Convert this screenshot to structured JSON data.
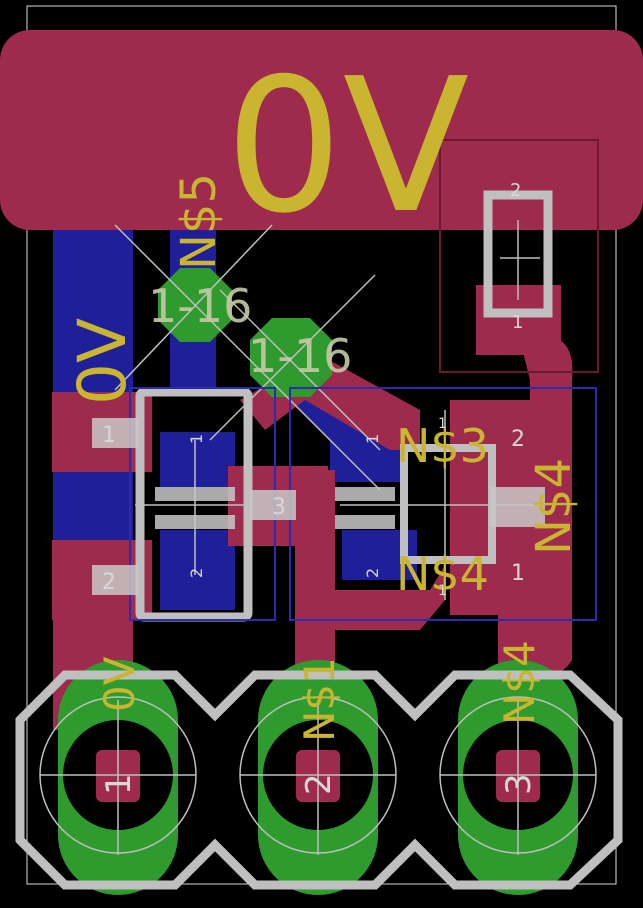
{
  "labels": {
    "gnd_big": "0V",
    "gnd_left": "0V",
    "ns5": "N$5",
    "via_a": "1-16",
    "via_b": "1-16",
    "ns3": "N$3",
    "ns4_mid": "N$4",
    "ns4_right": "N$4",
    "pad_j1": "0V",
    "pad_j2": "N$1",
    "pad_j3": "N$4"
  },
  "pin_numbers": {
    "q1_p1": "1",
    "q1_p2": "2",
    "q1_p3": "3",
    "q1_in1": "1",
    "q1_in2": "2",
    "q2_in1": "1",
    "q2_in2": "2",
    "q3_p2": "2",
    "q3_p1": "1",
    "r_top": "2",
    "r_bot": "1",
    "tiny_a": "1",
    "tiny_b": "1",
    "hdr_1": "1",
    "hdr_2": "2",
    "hdr_3": "3"
  },
  "colors": {
    "background": "#000000",
    "top_copper": "#9e2b4d",
    "bottom_copper": "#1f1f9a",
    "pad_green": "#2f9b2f",
    "silkscreen": "#bfbfbf",
    "label_text": "#c9b530",
    "outline": "#d9d9d9"
  }
}
